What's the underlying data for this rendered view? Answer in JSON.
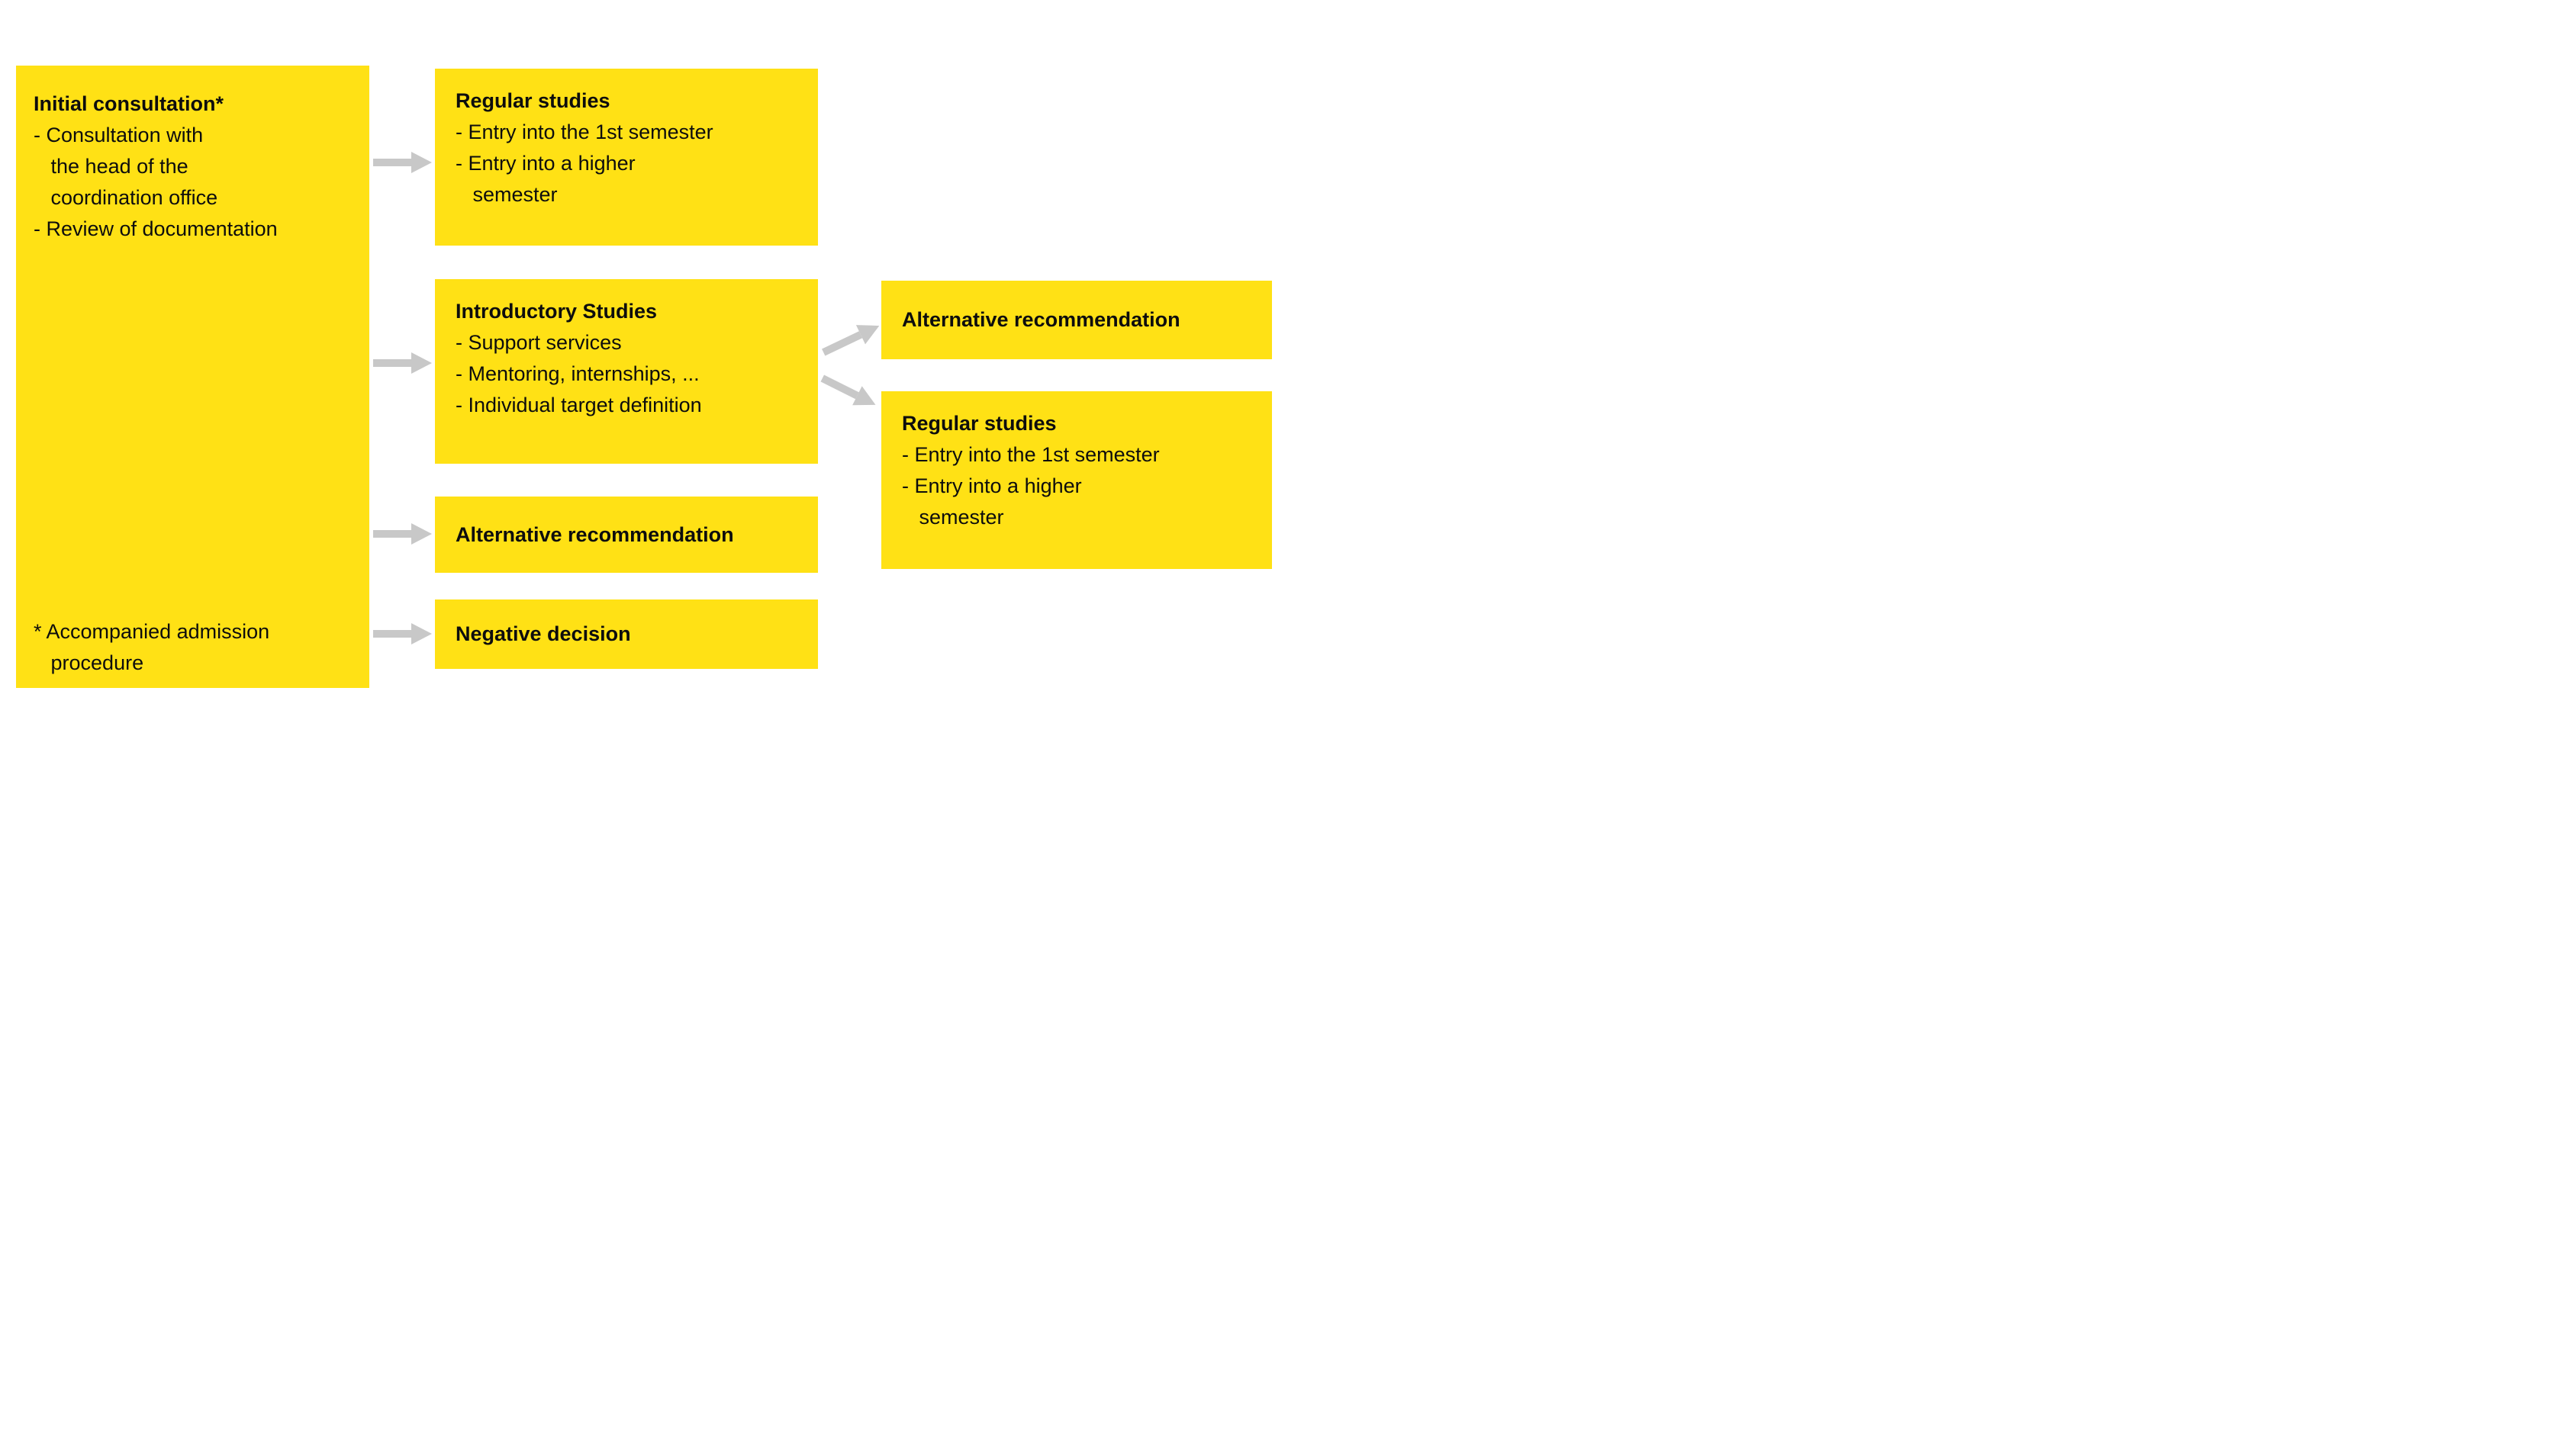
{
  "colors": {
    "box_yellow": "#FFE115",
    "arrow_gray": "#C8C8C8",
    "text_black": "#0D0D0D"
  },
  "left_box": {
    "title": "Initial consultation*",
    "items": [
      "- Consultation with\n   the head of the\n   coordination office",
      "- Review of documentation"
    ],
    "footnote": "* Accompanied admission\n   procedure"
  },
  "middle_column": {
    "regular_studies": {
      "title": "Regular studies",
      "items": [
        "- Entry into the 1st semester",
        "- Entry into a higher\n   semester"
      ]
    },
    "introductory_studies": {
      "title": "Introductory Studies",
      "items": [
        "- Support services",
        "- Mentoring, internships, ...",
        "- Individual target definition"
      ]
    },
    "alternative_recommendation": {
      "title": "Alternative recommendation"
    },
    "negative_decision": {
      "title": "Negative decision"
    }
  },
  "right_column": {
    "alternative_recommendation": {
      "title": "Alternative recommendation"
    },
    "regular_studies": {
      "title": "Regular studies",
      "items": [
        "- Entry into the 1st semester",
        "- Entry into a higher\n   semester"
      ]
    }
  }
}
